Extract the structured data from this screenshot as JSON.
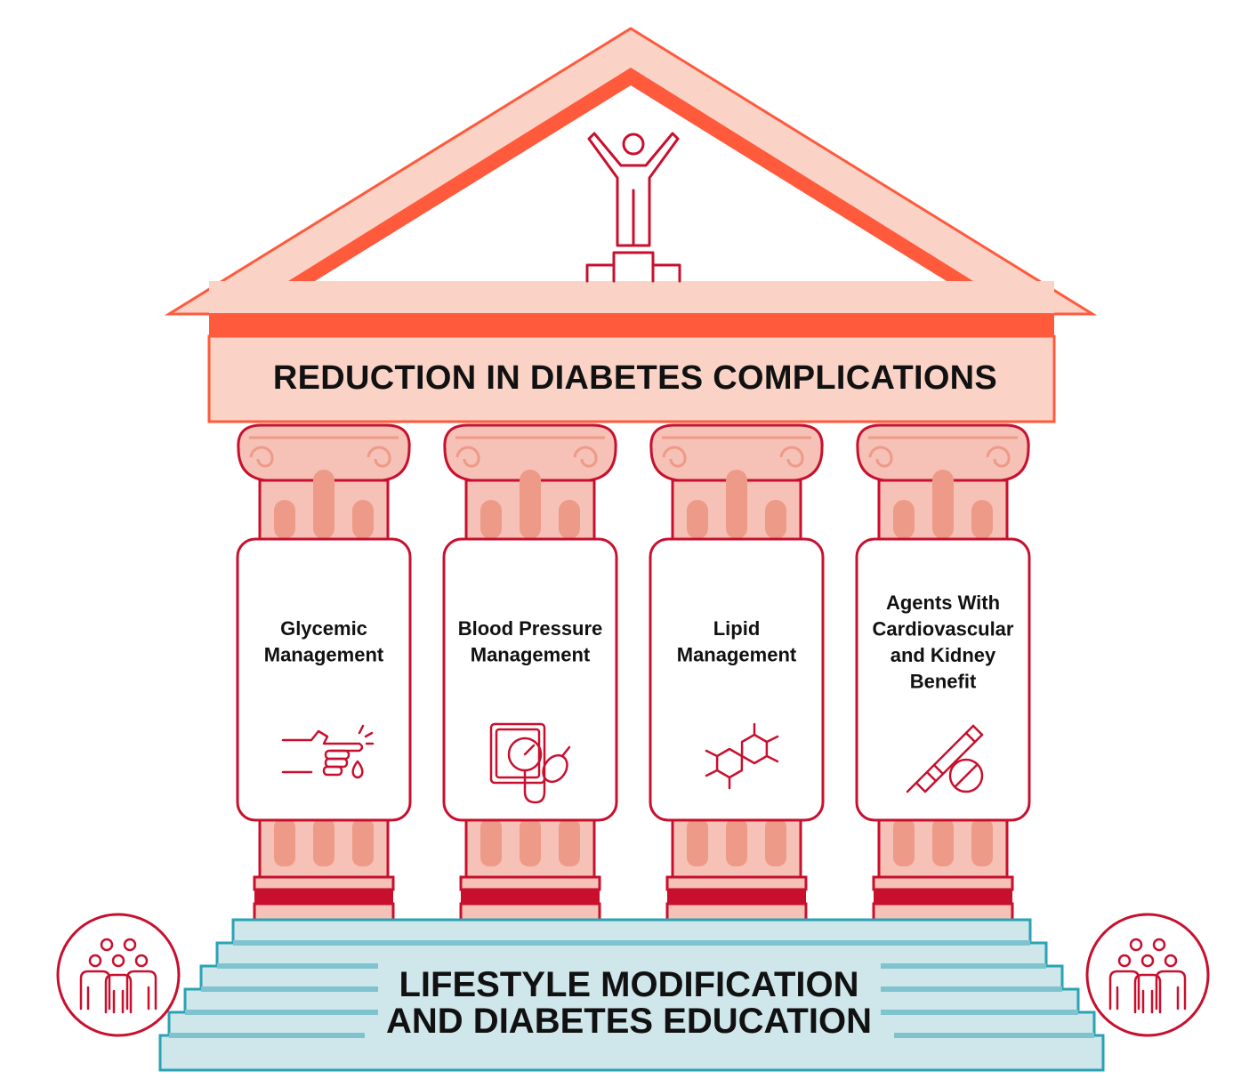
{
  "roof": {
    "title": "REDUCTION IN DIABETES COMPLICATIONS",
    "icon": "person-celebrating-on-podium-icon"
  },
  "pillars": [
    {
      "lines": [
        "Glycemic",
        "Management"
      ],
      "icon": "finger-prick-blood-drop-icon"
    },
    {
      "lines": [
        "Blood Pressure",
        "Management"
      ],
      "icon": "blood-pressure-gauge-icon"
    },
    {
      "lines": [
        "Lipid",
        "Management"
      ],
      "icon": "molecule-structure-icon"
    },
    {
      "lines": [
        "Agents With",
        "Cardiovascular",
        "and Kidney",
        "Benefit"
      ],
      "icon": "insulin-pen-pill-icon"
    }
  ],
  "base": {
    "lines": [
      "LIFESTYLE MODIFICATION",
      "AND DIABETES EDUCATION"
    ],
    "left_icon": "people-group-icon",
    "right_icon": "people-group-icon"
  },
  "colors": {
    "roof_outline": "#FF5A3C",
    "roof_fill": "#FAD3C6",
    "pillar_fill": "#F6C1B6",
    "pillar_flute": "#ED9A88",
    "pillar_outline": "#C8102E",
    "steps_fill": "#CFE6EA",
    "steps_line": "#7FC3CF",
    "steps_outline": "#2AA3B3"
  }
}
